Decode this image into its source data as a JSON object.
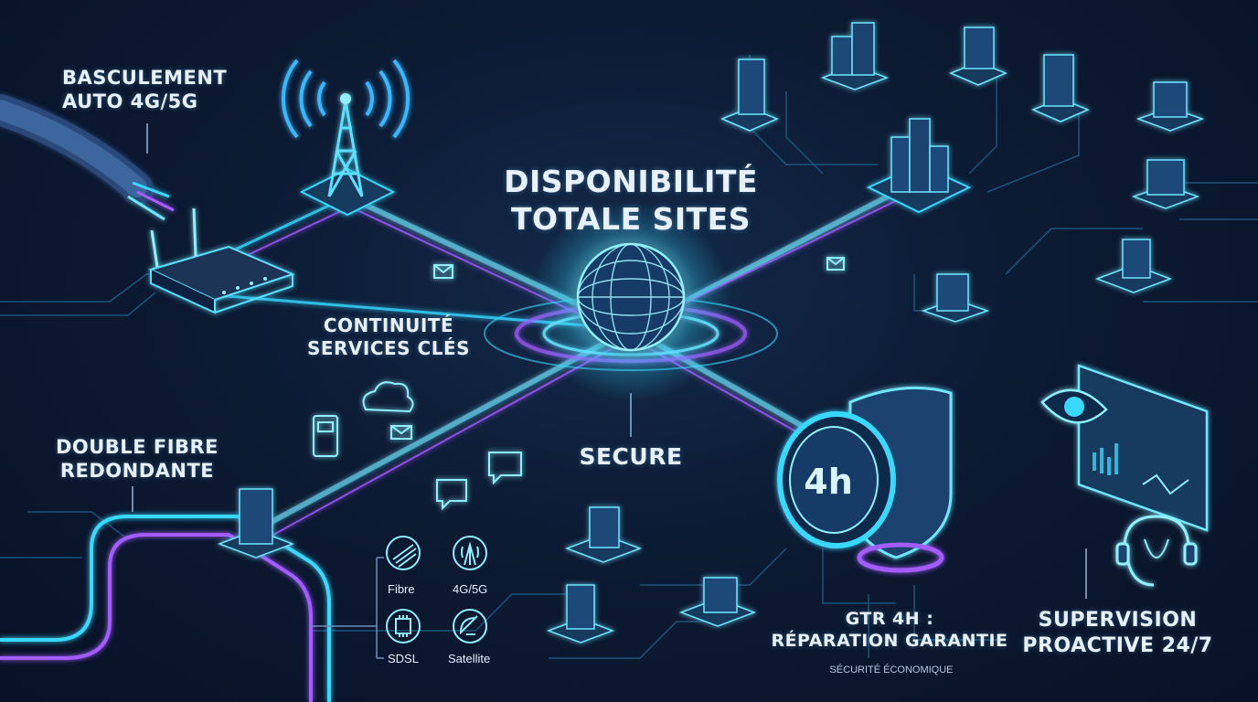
{
  "title_line1": "DISPONIBILITÉ",
  "title_line2": "TOTALE SITES",
  "top_left_line1": "BASCULEMENT",
  "top_left_line2": "AUTO 4G/5G",
  "mid_left_line1": "CONTINUITÉ",
  "mid_left_line2": "SERVICES CLÉS",
  "bottom_left_line1": "DOUBLE FIBRE",
  "bottom_left_line2": "REDONDANTE",
  "center_label": "SECURE",
  "gtr_line1": "GTR 4H :",
  "gtr_line2": "RÉPARATION GARANTIE",
  "gtr_sub": "SÉCURITÉ ÉCONOMIQUE",
  "supervision_line1": "SUPERVISION",
  "supervision_line2": "PROACTIVE 24/7",
  "clock_text": "4h",
  "connectivity": {
    "fibre": "Fibre",
    "g45": "4G/5G",
    "sdsl": "SDSL",
    "satellite": "Satellite"
  },
  "colors": {
    "cyan": "#37d8ff",
    "violet": "#a35cff",
    "text": "#e8f1ff"
  },
  "icons": [
    "signal-tower-icon",
    "router-icon",
    "globe-icon",
    "shield-clock-icon",
    "monitor-eye-icon",
    "headset-icon",
    "building-icon",
    "cloud-icon",
    "payment-terminal-icon",
    "chat-icon",
    "fibre-icon",
    "antenna-icon",
    "chip-icon",
    "satellite-dish-icon"
  ]
}
